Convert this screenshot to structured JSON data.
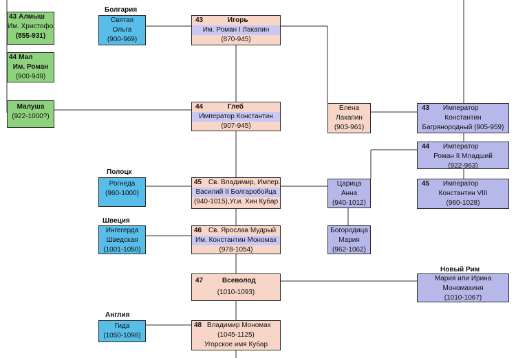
{
  "colors": {
    "green": "#8fd27e",
    "blue": "#58bde8",
    "peach": "#f7d6c8",
    "lavender": "#b7b8ea",
    "band": "#c9c7f4"
  },
  "labels": {
    "bulgaria": "Болгария",
    "polotsk": "Полоцк",
    "sweden": "Швеция",
    "england": "Англия",
    "new_rome": "Новый Рим"
  },
  "nodes": {
    "almysh": {
      "num": "43",
      "name": "Алмыш",
      "sub": "Им. Христофор",
      "years": "(855-931)"
    },
    "mal": {
      "num": "44",
      "name": "Мал",
      "sub": "Им. Роман",
      "years": "(900-949)"
    },
    "malusha": {
      "name": "Малуша",
      "years": "(922-1000?)"
    },
    "olga": {
      "line1": "Святая",
      "line2": "Ольга",
      "years": "(900-969)"
    },
    "igor": {
      "num": "43",
      "name": "Игорь",
      "sub": "Им. Роман I Лакапин",
      "years": "(870-945)"
    },
    "gleb": {
      "num": "44",
      "name": "Глеб",
      "sub": "Император Константин",
      "years": "(907-945)"
    },
    "elena": {
      "line1": "Елена",
      "line2": "Лакапин",
      "years": "(903-961)"
    },
    "constantine7": {
      "num": "43",
      "line1": "Император",
      "line2": "Константин",
      "line3": "Багрянородный (905-959)"
    },
    "roman2": {
      "num": "44",
      "line1": "Император",
      "line2": "Роман II Младший",
      "years": "(922-963)"
    },
    "constantine8": {
      "num": "45",
      "line1": "Император",
      "line2": "Константин VIII",
      "years": "(960-1028)"
    },
    "rogneda": {
      "line1": "Рогнеда",
      "years": "(960-1000)"
    },
    "vladimir": {
      "num": "45",
      "line1": "Св. Владимир, Импер.",
      "sub": "Василий II Болгаробойца",
      "line3": "(940-1015),Уг.и. Хин Кубар"
    },
    "anna": {
      "line1": "Царица",
      "line2": "Анна",
      "years": "(940-1012)"
    },
    "ingegerd": {
      "line1": "Ингегерда",
      "line2": "Шведская",
      "years": "(1001-1050)"
    },
    "yaroslav": {
      "num": "46",
      "line1": "Св. Ярослав Мудрый",
      "sub": "Им. Константин Мономах",
      "years": "(978-1054)"
    },
    "bogoroditsa": {
      "line1": "Богородица",
      "line2": "Мария",
      "years": "(962-1062)"
    },
    "vsevolod": {
      "num": "47",
      "name": "Всеволод",
      "years": "(1010-1093)"
    },
    "maria": {
      "line1": "Мария или Ирина",
      "line2": "Мономахиня",
      "years": "(1010-1067)"
    },
    "gida": {
      "line1": "Гида",
      "years": "(1050-1098)"
    },
    "monomakh": {
      "num": "48",
      "line1": "Владимир Мономах",
      "years": "(1045-1125)",
      "line3": "Угорское имя Кубар"
    }
  }
}
